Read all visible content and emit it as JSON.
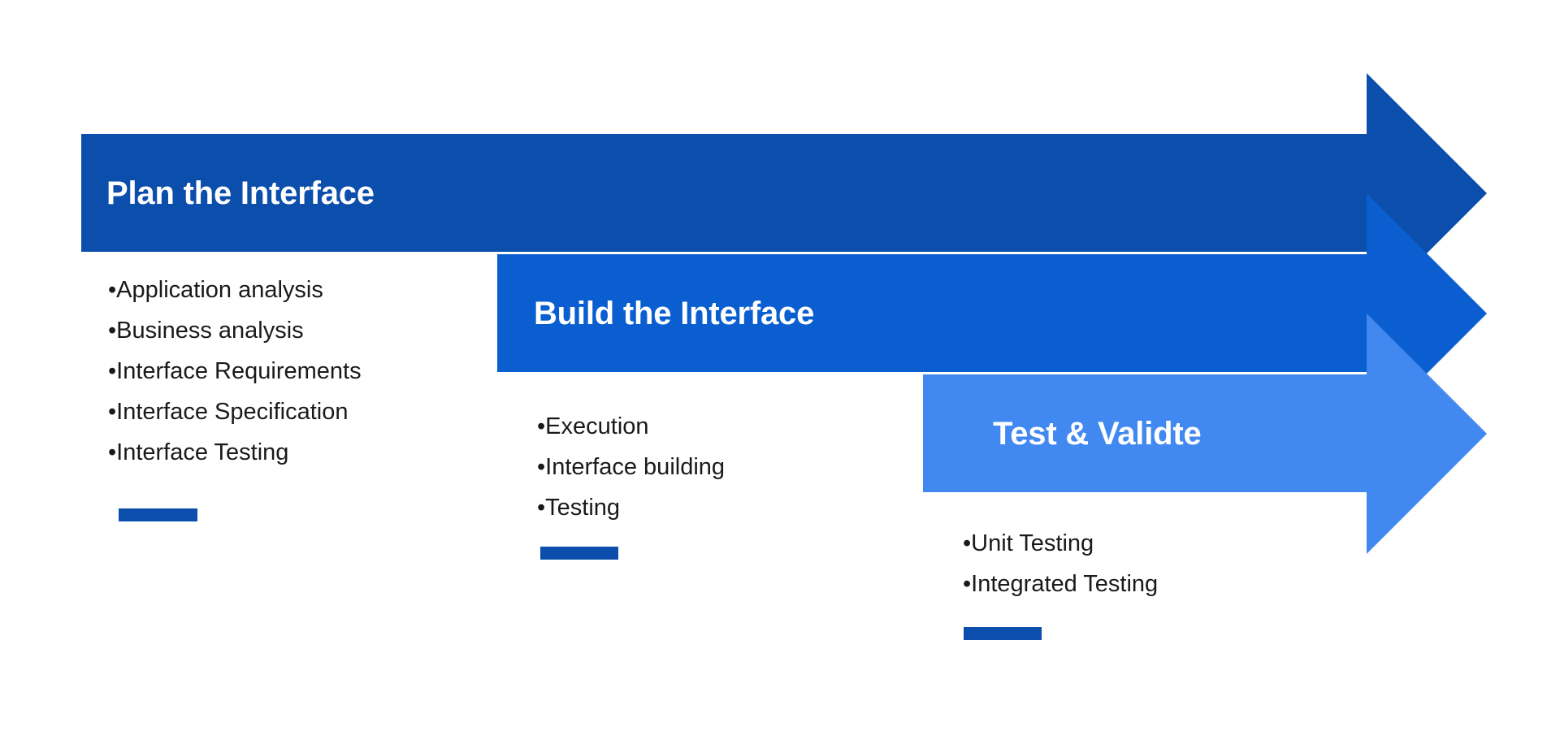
{
  "diagram": {
    "type": "process-arrows",
    "orientation": "horizontal-cascading",
    "background_color": "#FFFFFF",
    "accent_bar_color": "#0B4EAB",
    "title_text_color": "#FFFFFF",
    "body_text_color": "#1A1A1A",
    "bullet_glyph": "•",
    "steps": [
      {
        "index": 1,
        "title": "Plan the Interface",
        "color": "#0B4EAB",
        "color_name": "dark-blue",
        "items": [
          "Application analysis",
          "Business analysis",
          "Interface Requirements",
          "Interface Specification",
          "Interface Testing"
        ],
        "accent_bar": true
      },
      {
        "index": 2,
        "title": "Build the Interface",
        "color": "#0B5ED0",
        "color_name": "medium-blue",
        "items": [
          "Execution",
          "Interface building",
          "Testing"
        ],
        "accent_bar": true
      },
      {
        "index": 3,
        "title": "Test & Validte",
        "color": "#4189F0",
        "color_name": "light-blue",
        "items": [
          "Unit Testing",
          "Integrated Testing"
        ],
        "accent_bar": true
      }
    ]
  }
}
